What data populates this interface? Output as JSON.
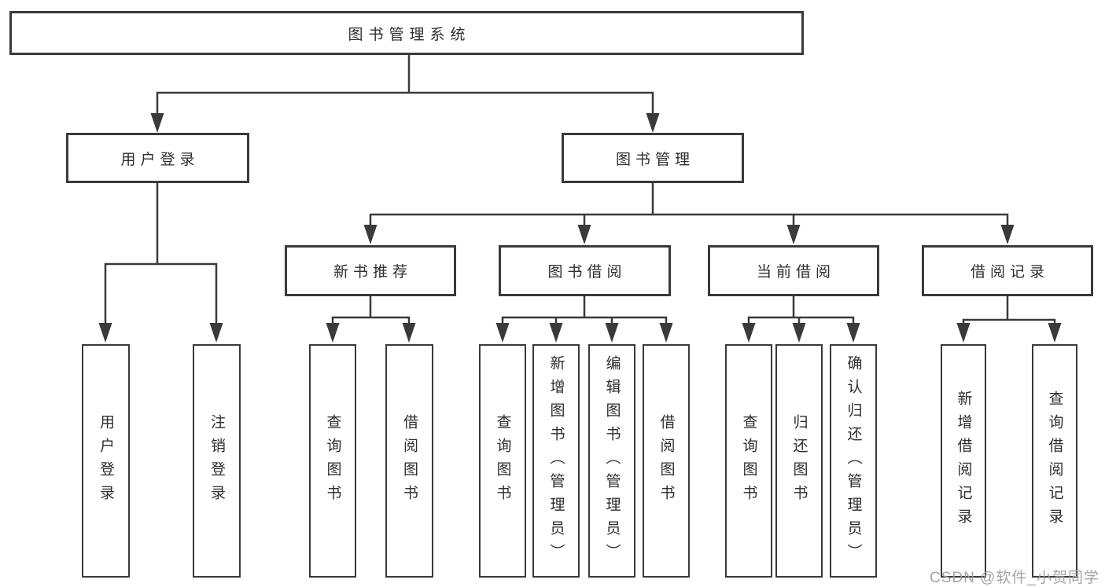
{
  "colors": {
    "line": "#3a3a3a",
    "box_border": "#3a3a3a",
    "text": "#2e2e2e",
    "background": "#ffffff",
    "watermark": "#9d9da0"
  },
  "watermark": {
    "text": "CSDN @软件_小贺同学"
  },
  "tree": {
    "root": {
      "label": "图书管理系统"
    },
    "branches": [
      {
        "label": "用户登录",
        "children": [
          {
            "label": "用户登录"
          },
          {
            "label": "注销登录"
          }
        ]
      },
      {
        "label": "图书管理",
        "children": [
          {
            "label": "新书推荐",
            "children": [
              {
                "label": "查询图书"
              },
              {
                "label": "借阅图书"
              }
            ]
          },
          {
            "label": "图书借阅",
            "children": [
              {
                "label": "查询图书"
              },
              {
                "label": "新增图书（管理员）"
              },
              {
                "label": "编辑图书（管理员）"
              },
              {
                "label": "借阅图书"
              }
            ]
          },
          {
            "label": "当前借阅",
            "children": [
              {
                "label": "查询图书"
              },
              {
                "label": "归还图书"
              },
              {
                "label": "确认归还（管理员）"
              }
            ]
          },
          {
            "label": "借阅记录",
            "children": [
              {
                "label": "新增借阅记录"
              },
              {
                "label": "查询借阅记录"
              }
            ]
          }
        ]
      }
    ]
  }
}
